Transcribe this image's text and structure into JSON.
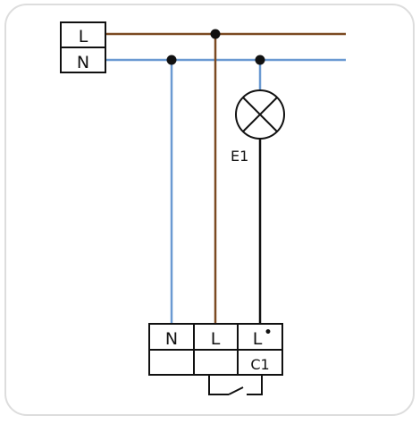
{
  "terminal_block": {
    "labels": [
      "L",
      "N"
    ]
  },
  "lamp": {
    "label": "E1"
  },
  "switch_module": {
    "terminal_labels": [
      "N",
      "L",
      "L"
    ],
    "terminal_mark_glyph": "•",
    "channel_label": "C1"
  },
  "colors": {
    "live": "#7b4a22",
    "neutral": "#6b9ad2",
    "switched": "#111111",
    "outline": "#111111",
    "frame": "#dddddd"
  }
}
